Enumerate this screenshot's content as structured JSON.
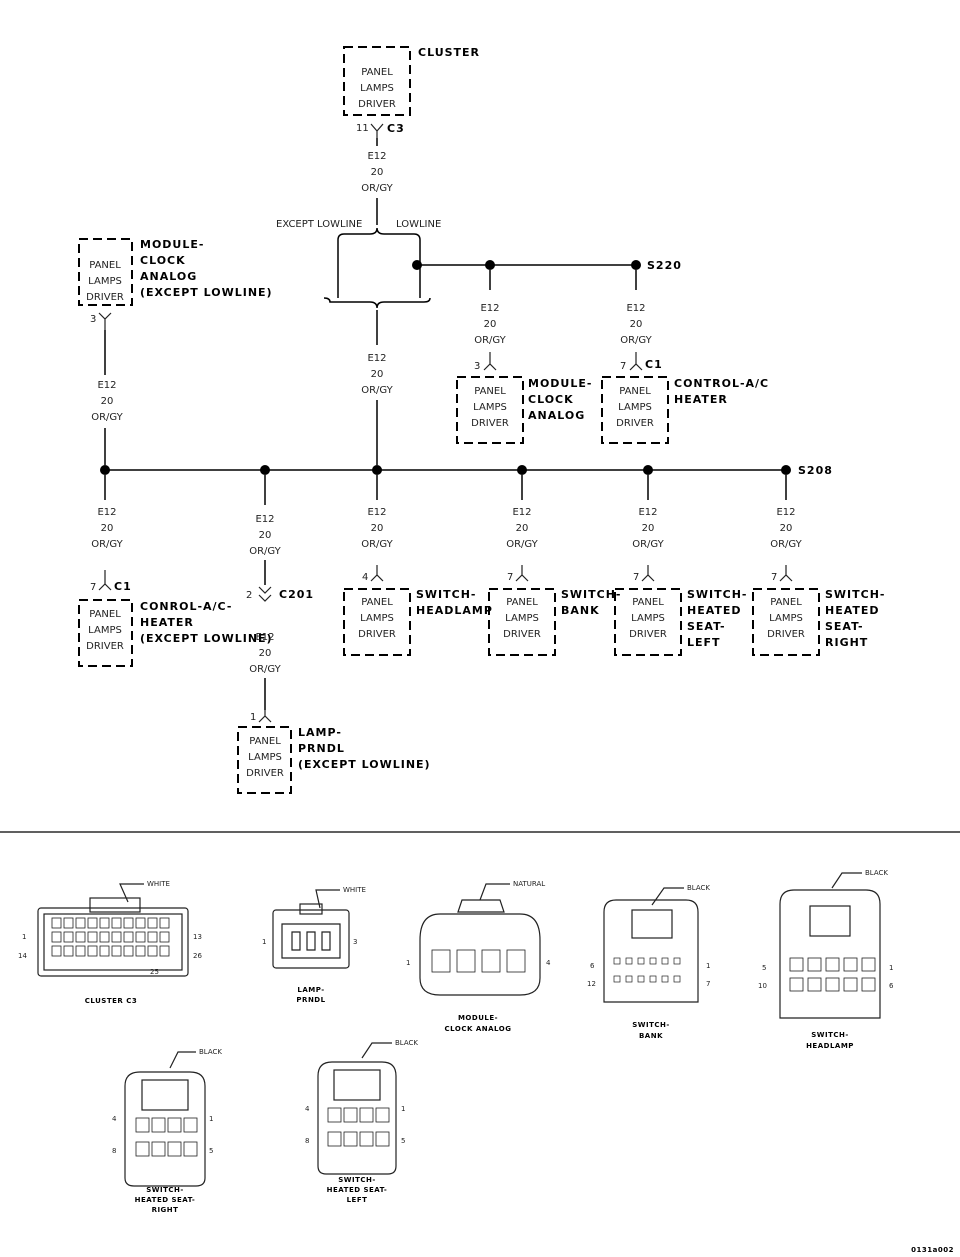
{
  "figure_id": "0131a002",
  "cluster": {
    "name": "CLUSTER",
    "box": [
      "PANEL",
      "LAMPS",
      "DRIVER"
    ],
    "pin": "11",
    "connector": "C3"
  },
  "wire": {
    "circuit": "E12",
    "gauge": "20",
    "color": "OR/GY"
  },
  "branch": {
    "except": "EXCEPT LOWLINE",
    "lowline": "LOWLINE"
  },
  "splices": {
    "s220": "S220",
    "s208": "S208"
  },
  "clock_except": {
    "name": [
      "MODULE-",
      "CLOCK",
      "ANALOG",
      "(EXCEPT LOWLINE)"
    ],
    "pin": "3",
    "box": [
      "PANEL",
      "LAMPS",
      "DRIVER"
    ]
  },
  "clock_low": {
    "name": [
      "MODULE-",
      "CLOCK",
      "ANALOG"
    ],
    "pin": "3",
    "box": [
      "PANEL",
      "LAMPS",
      "DRIVER"
    ]
  },
  "ac_low": {
    "name": [
      "CONTROL-A/C",
      "HEATER"
    ],
    "pin": "7",
    "connector": "C1",
    "box": [
      "PANEL",
      "LAMPS",
      "DRIVER"
    ]
  },
  "ac_except": {
    "name": [
      "CONROL-A/C-",
      "HEATER",
      "(EXCEPT LOWLINE)"
    ],
    "pin": "7",
    "connector": "C1",
    "box": [
      "PANEL",
      "LAMPS",
      "DRIVER"
    ]
  },
  "c201": {
    "pin": "2",
    "connector": "C201"
  },
  "prndl": {
    "name": [
      "LAMP-",
      "PRNDL",
      "(EXCEPT LOWLINE)"
    ],
    "pin": "1",
    "box": [
      "PANEL",
      "LAMPS",
      "DRIVER"
    ]
  },
  "headlamp": {
    "name": [
      "SWITCH-",
      "HEADLAMP"
    ],
    "pin": "4",
    "box": [
      "PANEL",
      "LAMPS",
      "DRIVER"
    ]
  },
  "bank": {
    "name": [
      "SWITCH-",
      "BANK"
    ],
    "pin": "7",
    "box": [
      "PANEL",
      "LAMPS",
      "DRIVER"
    ]
  },
  "seat_left": {
    "name": [
      "SWITCH-",
      "HEATED",
      "SEAT-",
      "LEFT"
    ],
    "pin": "7",
    "box": [
      "PANEL",
      "LAMPS",
      "DRIVER"
    ]
  },
  "seat_right": {
    "name": [
      "SWITCH-",
      "HEATED",
      "SEAT-",
      "RIGHT"
    ],
    "pin": "7",
    "box": [
      "PANEL",
      "LAMPS",
      "DRIVER"
    ]
  },
  "connectors": {
    "cluster": {
      "color": "WHITE",
      "caption": [
        "CLUSTER C3"
      ],
      "pins": [
        "1",
        "14",
        "13",
        "26",
        "25"
      ]
    },
    "prndl": {
      "color": "WHITE",
      "caption": [
        "LAMP-",
        "PRNDL"
      ],
      "pins": [
        "1",
        "3"
      ]
    },
    "clock": {
      "color": "NATURAL",
      "caption": [
        "MODULE-",
        "CLOCK ANALOG"
      ],
      "pins": [
        "1",
        "4"
      ]
    },
    "bank": {
      "color": "BLACK",
      "caption": [
        "SWITCH-",
        "BANK"
      ],
      "pins": [
        "6",
        "12",
        "1",
        "7"
      ]
    },
    "headlamp": {
      "color": "BLACK",
      "caption": [
        "SWITCH-",
        "HEADLAMP"
      ],
      "pins": [
        "5",
        "10",
        "1",
        "6"
      ]
    },
    "seat_right": {
      "color": "BLACK",
      "caption": [
        "SWITCH-",
        "HEATED SEAT-",
        "RIGHT"
      ],
      "pins": [
        "4",
        "8",
        "1",
        "5"
      ]
    },
    "seat_left": {
      "color": "BLACK",
      "caption": [
        "SWITCH-",
        "HEATED SEAT-",
        "LEFT"
      ],
      "pins": [
        "4",
        "8",
        "1",
        "5"
      ]
    }
  }
}
